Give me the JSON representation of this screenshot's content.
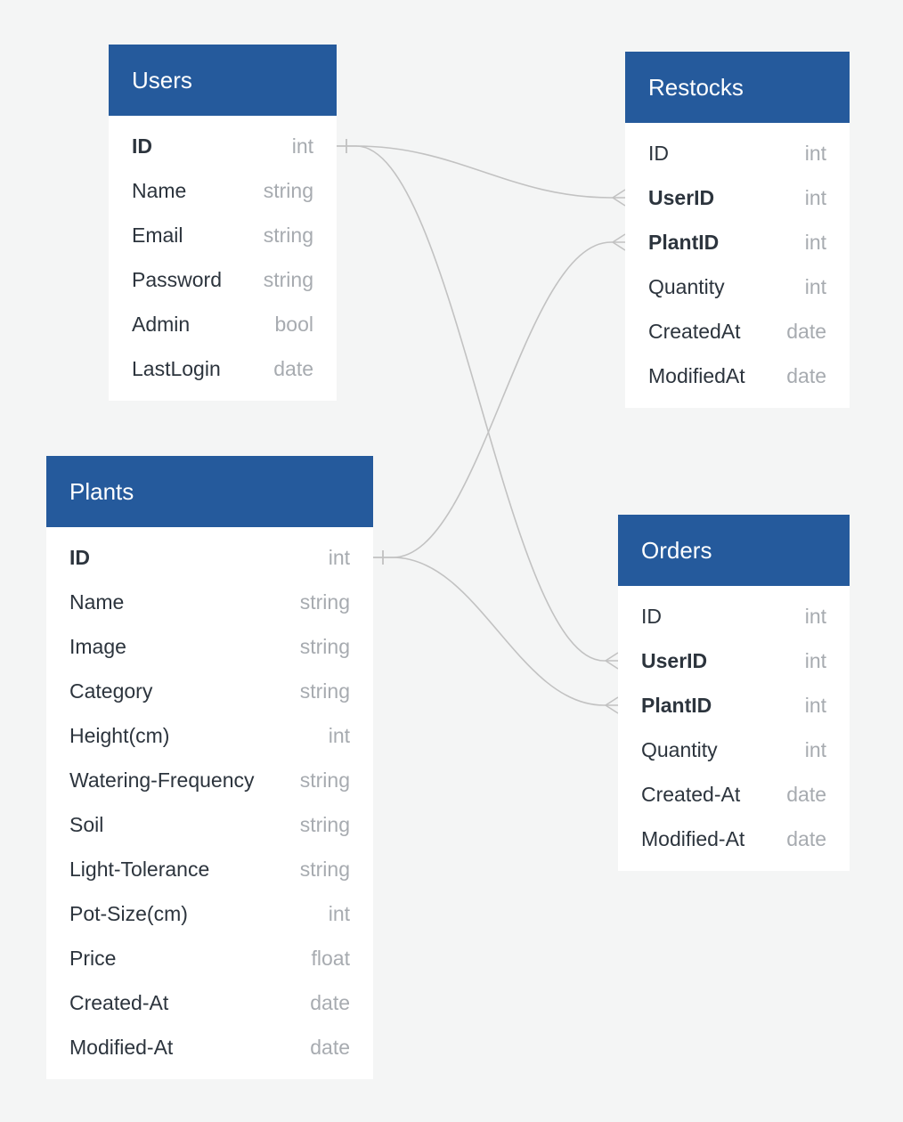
{
  "colors": {
    "header": "#255a9c",
    "line": "#c2c2c2",
    "background": "#f4f5f5"
  },
  "entities": {
    "users": {
      "name": "Users",
      "fields": [
        {
          "name": "ID",
          "type": "int",
          "key": true
        },
        {
          "name": "Name",
          "type": "string",
          "key": false
        },
        {
          "name": "Email",
          "type": "string",
          "key": false
        },
        {
          "name": "Password",
          "type": "string",
          "key": false
        },
        {
          "name": "Admin",
          "type": "bool",
          "key": false
        },
        {
          "name": "LastLogin",
          "type": "date",
          "key": false
        }
      ]
    },
    "restocks": {
      "name": "Restocks",
      "fields": [
        {
          "name": "ID",
          "type": "int",
          "key": false
        },
        {
          "name": "UserID",
          "type": "int",
          "key": true
        },
        {
          "name": "PlantID",
          "type": "int",
          "key": true
        },
        {
          "name": "Quantity",
          "type": "int",
          "key": false
        },
        {
          "name": "CreatedAt",
          "type": "date",
          "key": false
        },
        {
          "name": "ModifiedAt",
          "type": "date",
          "key": false
        }
      ]
    },
    "plants": {
      "name": "Plants",
      "fields": [
        {
          "name": "ID",
          "type": "int",
          "key": true
        },
        {
          "name": "Name",
          "type": "string",
          "key": false
        },
        {
          "name": "Image",
          "type": "string",
          "key": false
        },
        {
          "name": "Category",
          "type": "string",
          "key": false
        },
        {
          "name": "Height(cm)",
          "type": "int",
          "key": false
        },
        {
          "name": "Watering-Frequency",
          "type": "string",
          "key": false
        },
        {
          "name": "Soil",
          "type": "string",
          "key": false
        },
        {
          "name": "Light-Tolerance",
          "type": "string",
          "key": false
        },
        {
          "name": "Pot-Size(cm)",
          "type": "int",
          "key": false
        },
        {
          "name": "Price",
          "type": "float",
          "key": false
        },
        {
          "name": "Created-At",
          "type": "date",
          "key": false
        },
        {
          "name": "Modified-At",
          "type": "date",
          "key": false
        }
      ]
    },
    "orders": {
      "name": "Orders",
      "fields": [
        {
          "name": "ID",
          "type": "int",
          "key": false
        },
        {
          "name": "UserID",
          "type": "int",
          "key": true
        },
        {
          "name": "PlantID",
          "type": "int",
          "key": true
        },
        {
          "name": "Quantity",
          "type": "int",
          "key": false
        },
        {
          "name": "Created-At",
          "type": "date",
          "key": false
        },
        {
          "name": "Modified-At",
          "type": "date",
          "key": false
        }
      ]
    }
  },
  "relations": [
    {
      "from": "Users.ID",
      "to": "Restocks.UserID",
      "cardinality": "one-to-many"
    },
    {
      "from": "Users.ID",
      "to": "Orders.UserID",
      "cardinality": "one-to-many"
    },
    {
      "from": "Plants.ID",
      "to": "Restocks.PlantID",
      "cardinality": "one-to-many"
    },
    {
      "from": "Plants.ID",
      "to": "Orders.PlantID",
      "cardinality": "one-to-many"
    }
  ]
}
